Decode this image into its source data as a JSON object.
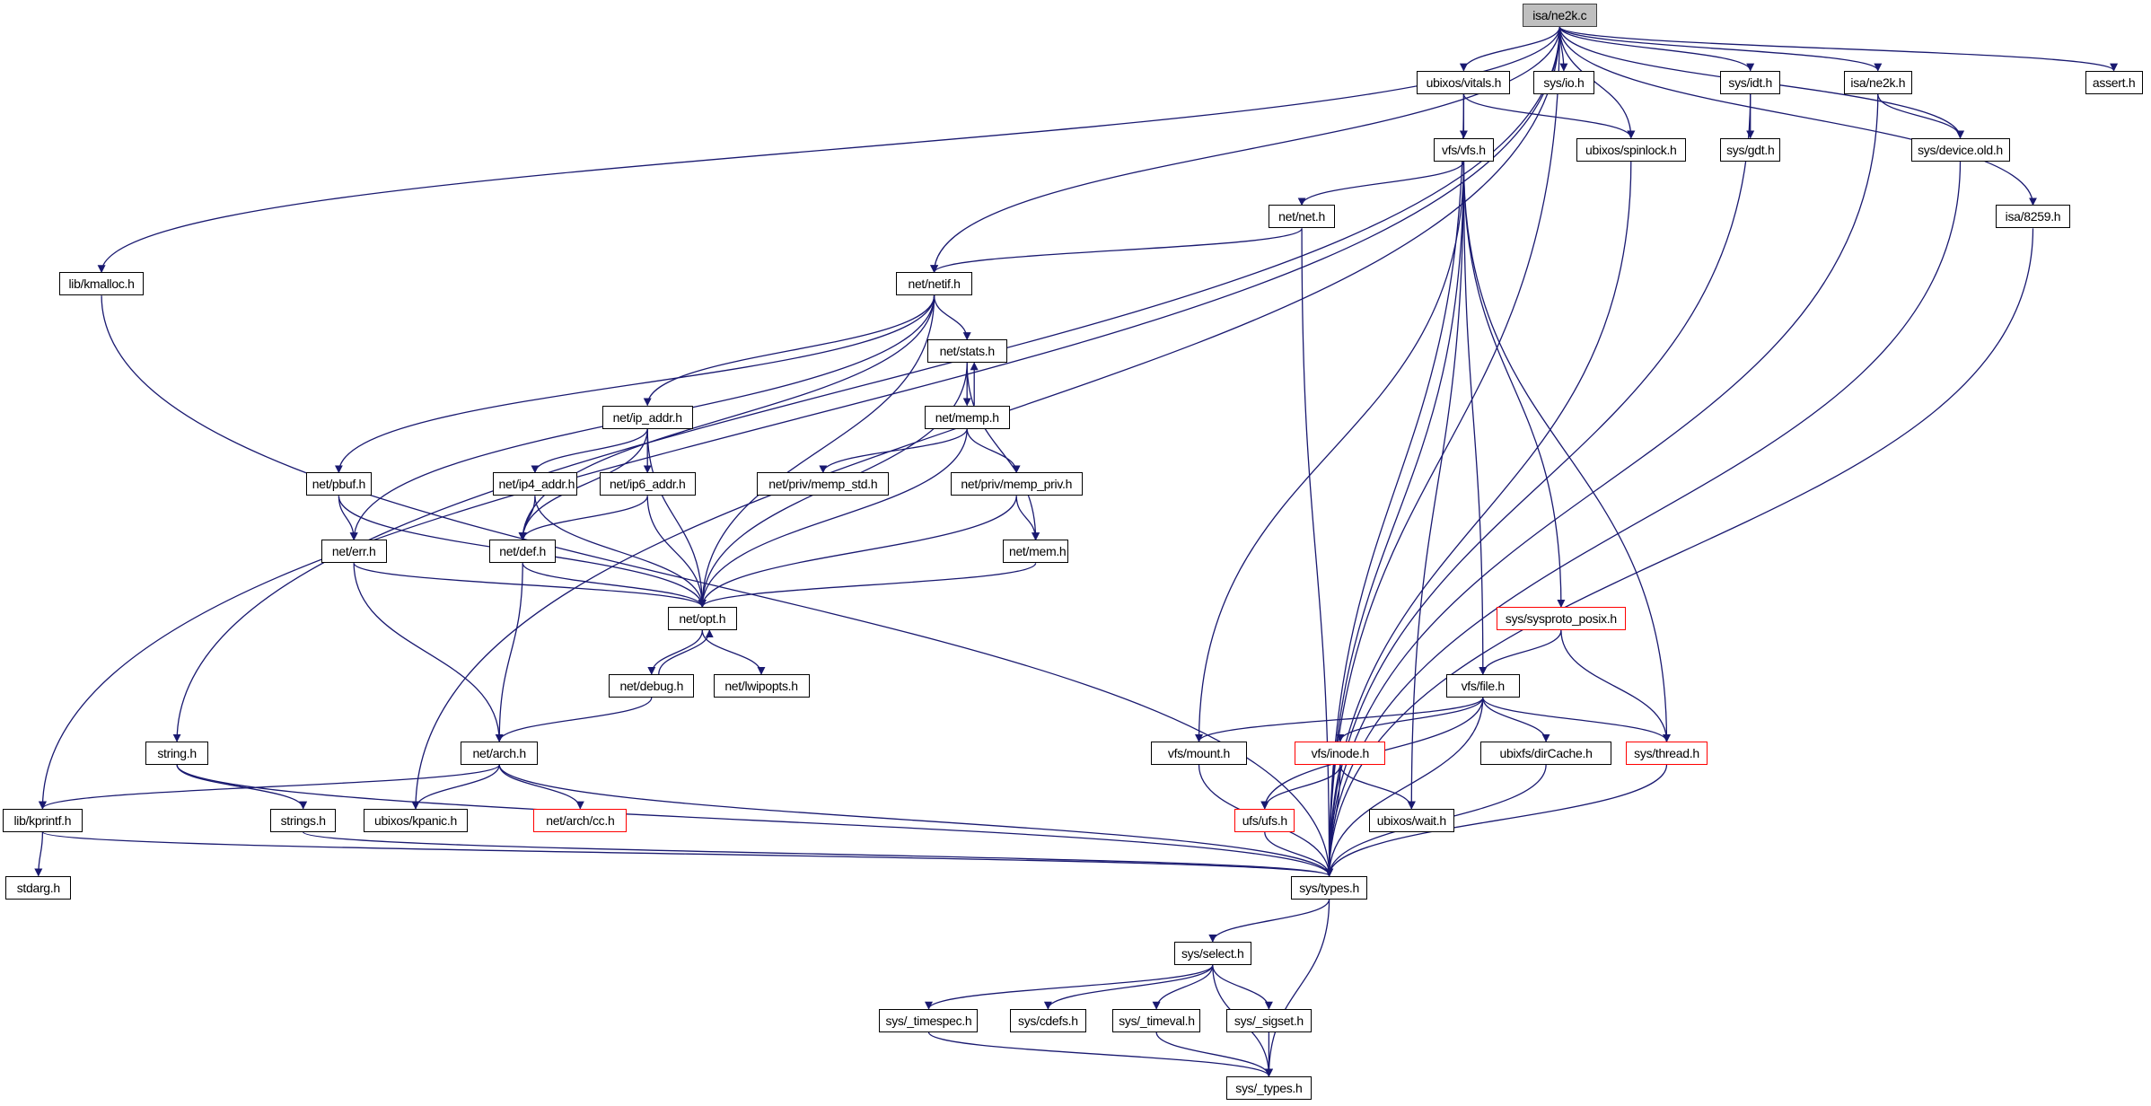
{
  "graph": {
    "title": "isa/ne2k.c",
    "edge_color": "#191970",
    "nodes": [
      {
        "id": "ne2k_c",
        "label": "isa/ne2k.c",
        "kind": "root"
      },
      {
        "id": "vitals",
        "label": "ubixos/vitals.h",
        "kind": "normal"
      },
      {
        "id": "io",
        "label": "sys/io.h",
        "kind": "normal"
      },
      {
        "id": "idt",
        "label": "sys/idt.h",
        "kind": "normal"
      },
      {
        "id": "ne2k_h",
        "label": "isa/ne2k.h",
        "kind": "normal"
      },
      {
        "id": "assert",
        "label": "assert.h",
        "kind": "normal"
      },
      {
        "id": "vfs",
        "label": "vfs/vfs.h",
        "kind": "normal"
      },
      {
        "id": "spinlock",
        "label": "ubixos/spinlock.h",
        "kind": "normal"
      },
      {
        "id": "gdt",
        "label": "sys/gdt.h",
        "kind": "normal"
      },
      {
        "id": "deviceold",
        "label": "sys/device.old.h",
        "kind": "normal"
      },
      {
        "id": "i8259",
        "label": "isa/8259.h",
        "kind": "normal"
      },
      {
        "id": "netnet",
        "label": "net/net.h",
        "kind": "normal"
      },
      {
        "id": "kmalloc",
        "label": "lib/kmalloc.h",
        "kind": "normal"
      },
      {
        "id": "netif",
        "label": "net/netif.h",
        "kind": "normal"
      },
      {
        "id": "stats",
        "label": "net/stats.h",
        "kind": "normal"
      },
      {
        "id": "ipaddr",
        "label": "net/ip_addr.h",
        "kind": "normal"
      },
      {
        "id": "memp",
        "label": "net/memp.h",
        "kind": "normal"
      },
      {
        "id": "pbuf",
        "label": "net/pbuf.h",
        "kind": "normal"
      },
      {
        "id": "ip4",
        "label": "net/ip4_addr.h",
        "kind": "normal"
      },
      {
        "id": "ip6",
        "label": "net/ip6_addr.h",
        "kind": "normal"
      },
      {
        "id": "mempstd",
        "label": "net/priv/memp_std.h",
        "kind": "normal"
      },
      {
        "id": "memppriv",
        "label": "net/priv/memp_priv.h",
        "kind": "normal"
      },
      {
        "id": "err",
        "label": "net/err.h",
        "kind": "normal"
      },
      {
        "id": "def",
        "label": "net/def.h",
        "kind": "normal"
      },
      {
        "id": "mem",
        "label": "net/mem.h",
        "kind": "normal"
      },
      {
        "id": "opt",
        "label": "net/opt.h",
        "kind": "normal"
      },
      {
        "id": "sysproto",
        "label": "sys/sysproto_posix.h",
        "kind": "missing"
      },
      {
        "id": "debug",
        "label": "net/debug.h",
        "kind": "normal"
      },
      {
        "id": "lwipopts",
        "label": "net/lwipopts.h",
        "kind": "normal"
      },
      {
        "id": "file",
        "label": "vfs/file.h",
        "kind": "normal"
      },
      {
        "id": "string",
        "label": "string.h",
        "kind": "normal"
      },
      {
        "id": "arch",
        "label": "net/arch.h",
        "kind": "normal"
      },
      {
        "id": "mount",
        "label": "vfs/mount.h",
        "kind": "normal"
      },
      {
        "id": "inode",
        "label": "vfs/inode.h",
        "kind": "missing"
      },
      {
        "id": "dircache",
        "label": "ubixfs/dirCache.h",
        "kind": "normal"
      },
      {
        "id": "thread",
        "label": "sys/thread.h",
        "kind": "missing"
      },
      {
        "id": "kprintf",
        "label": "lib/kprintf.h",
        "kind": "normal"
      },
      {
        "id": "strings",
        "label": "strings.h",
        "kind": "normal"
      },
      {
        "id": "kpanic",
        "label": "ubixos/kpanic.h",
        "kind": "normal"
      },
      {
        "id": "cc",
        "label": "net/arch/cc.h",
        "kind": "missing"
      },
      {
        "id": "ufs",
        "label": "ufs/ufs.h",
        "kind": "missing"
      },
      {
        "id": "wait",
        "label": "ubixos/wait.h",
        "kind": "normal"
      },
      {
        "id": "types",
        "label": "sys/types.h",
        "kind": "normal"
      },
      {
        "id": "stdarg",
        "label": "stdarg.h",
        "kind": "normal"
      },
      {
        "id": "select",
        "label": "sys/select.h",
        "kind": "normal"
      },
      {
        "id": "timespec",
        "label": "sys/_timespec.h",
        "kind": "normal"
      },
      {
        "id": "cdefs",
        "label": "sys/cdefs.h",
        "kind": "normal"
      },
      {
        "id": "timeval",
        "label": "sys/_timeval.h",
        "kind": "normal"
      },
      {
        "id": "sigset",
        "label": "sys/_sigset.h",
        "kind": "normal"
      },
      {
        "id": "_types",
        "label": "sys/_types.h",
        "kind": "normal"
      }
    ],
    "edges": [
      [
        "ne2k_c",
        "vitals"
      ],
      [
        "ne2k_c",
        "io"
      ],
      [
        "ne2k_c",
        "spinlock"
      ],
      [
        "ne2k_c",
        "idt"
      ],
      [
        "ne2k_c",
        "ne2k_h"
      ],
      [
        "ne2k_c",
        "deviceold"
      ],
      [
        "ne2k_c",
        "assert"
      ],
      [
        "ne2k_c",
        "i8259"
      ],
      [
        "ne2k_c",
        "netif"
      ],
      [
        "ne2k_c",
        "kmalloc"
      ],
      [
        "ne2k_c",
        "string"
      ],
      [
        "ne2k_c",
        "kprintf"
      ],
      [
        "ne2k_c",
        "kpanic"
      ],
      [
        "ne2k_c",
        "types"
      ],
      [
        "vitals",
        "vfs"
      ],
      [
        "vitals",
        "spinlock"
      ],
      [
        "vitals",
        "types"
      ],
      [
        "idt",
        "gdt"
      ],
      [
        "idt",
        "types"
      ],
      [
        "ne2k_h",
        "deviceold"
      ],
      [
        "ne2k_h",
        "types"
      ],
      [
        "spinlock",
        "types"
      ],
      [
        "deviceold",
        "types"
      ],
      [
        "i8259",
        "types"
      ],
      [
        "vfs",
        "netnet"
      ],
      [
        "vfs",
        "file"
      ],
      [
        "vfs",
        "mount"
      ],
      [
        "vfs",
        "wait"
      ],
      [
        "vfs",
        "sysproto"
      ],
      [
        "vfs",
        "thread"
      ],
      [
        "vfs",
        "types"
      ],
      [
        "netnet",
        "netif"
      ],
      [
        "netnet",
        "types"
      ],
      [
        "kmalloc",
        "types"
      ],
      [
        "netif",
        "stats"
      ],
      [
        "netif",
        "ipaddr"
      ],
      [
        "netif",
        "pbuf"
      ],
      [
        "netif",
        "err"
      ],
      [
        "netif",
        "def"
      ],
      [
        "netif",
        "opt"
      ],
      [
        "stats",
        "memp"
      ],
      [
        "stats",
        "mem"
      ],
      [
        "stats",
        "opt"
      ],
      [
        "memp",
        "stats"
      ],
      [
        "memp",
        "mempstd"
      ],
      [
        "memp",
        "memppriv"
      ],
      [
        "memp",
        "opt"
      ],
      [
        "ipaddr",
        "ip4"
      ],
      [
        "ipaddr",
        "ip6"
      ],
      [
        "ipaddr",
        "def"
      ],
      [
        "ipaddr",
        "opt"
      ],
      [
        "pbuf",
        "err"
      ],
      [
        "pbuf",
        "opt"
      ],
      [
        "ip4",
        "def"
      ],
      [
        "ip4",
        "opt"
      ],
      [
        "ip6",
        "def"
      ],
      [
        "ip6",
        "opt"
      ],
      [
        "memppriv",
        "mem"
      ],
      [
        "memppriv",
        "opt"
      ],
      [
        "err",
        "opt"
      ],
      [
        "err",
        "arch"
      ],
      [
        "def",
        "opt"
      ],
      [
        "def",
        "arch"
      ],
      [
        "mem",
        "opt"
      ],
      [
        "opt",
        "debug"
      ],
      [
        "opt",
        "lwipopts"
      ],
      [
        "debug",
        "opt"
      ],
      [
        "debug",
        "arch"
      ],
      [
        "sysproto",
        "file"
      ],
      [
        "sysproto",
        "thread"
      ],
      [
        "file",
        "mount"
      ],
      [
        "file",
        "inode"
      ],
      [
        "file",
        "ufs"
      ],
      [
        "file",
        "dircache"
      ],
      [
        "file",
        "thread"
      ],
      [
        "file",
        "types"
      ],
      [
        "inode",
        "ufs"
      ],
      [
        "inode",
        "wait"
      ],
      [
        "inode",
        "types"
      ],
      [
        "mount",
        "types"
      ],
      [
        "dircache",
        "types"
      ],
      [
        "thread",
        "types"
      ],
      [
        "ufs",
        "types"
      ],
      [
        "string",
        "strings"
      ],
      [
        "string",
        "types"
      ],
      [
        "arch",
        "kprintf"
      ],
      [
        "arch",
        "kpanic"
      ],
      [
        "arch",
        "cc"
      ],
      [
        "arch",
        "types"
      ],
      [
        "kprintf",
        "stdarg"
      ],
      [
        "kprintf",
        "types"
      ],
      [
        "strings",
        "types"
      ],
      [
        "types",
        "select"
      ],
      [
        "types",
        "_types"
      ],
      [
        "select",
        "timespec"
      ],
      [
        "select",
        "cdefs"
      ],
      [
        "select",
        "timeval"
      ],
      [
        "select",
        "sigset"
      ],
      [
        "select",
        "_types"
      ],
      [
        "timespec",
        "_types"
      ],
      [
        "timeval",
        "_types"
      ],
      [
        "sigset",
        "_types"
      ]
    ]
  }
}
